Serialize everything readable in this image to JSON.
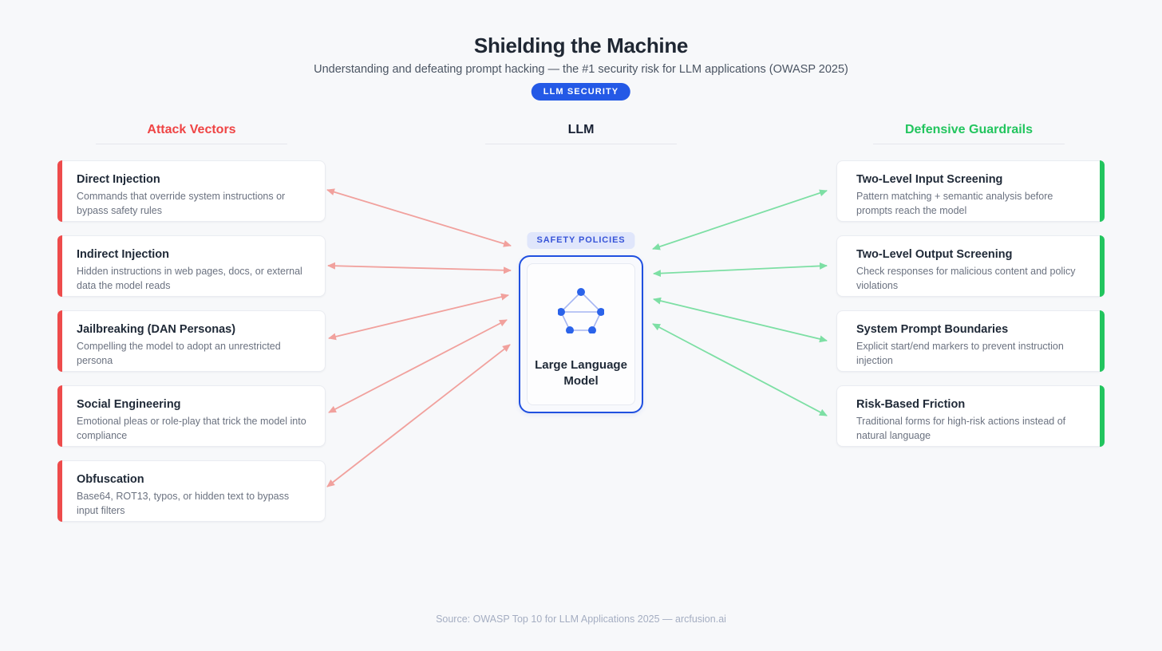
{
  "header": {
    "title": "Shielding the Machine",
    "subtitle": "Understanding and defeating prompt hacking — the #1 security risk for LLM applications (OWASP 2025)",
    "badge": "LLM SECURITY"
  },
  "columns": {
    "attack": {
      "label": "Attack Vectors",
      "color": "#ef4444"
    },
    "llm": {
      "label": "LLM",
      "color": "#172033"
    },
    "defense": {
      "label": "Defensive Guardrails",
      "color": "#22c55e"
    }
  },
  "attack_cards": [
    {
      "title": "Direct Injection",
      "desc": "Commands that override system instructions or bypass safety rules"
    },
    {
      "title": "Indirect Injection",
      "desc": "Hidden instructions in web pages, docs, or external data the model reads"
    },
    {
      "title": "Jailbreaking (DAN Personas)",
      "desc": "Compelling the model to adopt an unrestricted persona"
    },
    {
      "title": "Social Engineering",
      "desc": "Emotional pleas or role-play that trick the model into compliance"
    },
    {
      "title": "Obfuscation",
      "desc": "Base64, ROT13, typos, or hidden text to bypass input filters"
    }
  ],
  "defense_cards": [
    {
      "title": "Two-Level Input Screening",
      "desc": "Pattern matching + semantic analysis before prompts reach the model"
    },
    {
      "title": "Two-Level Output Screening",
      "desc": "Check responses for malicious content and policy violations"
    },
    {
      "title": "System Prompt Boundaries",
      "desc": "Explicit start/end markers to prevent instruction injection"
    },
    {
      "title": "Risk-Based Friction",
      "desc": "Traditional forms for high-risk actions instead of natural language"
    }
  ],
  "center": {
    "policy_badge": "SAFETY POLICIES",
    "node_label": "Large Language Model",
    "icon": "network-graph-icon"
  },
  "footer": {
    "source": "Source: OWASP Top 10 for LLM Applications 2025 — arcfusion.ai"
  },
  "colors": {
    "background": "#f7f8fa",
    "attack_accent": "#ee4b4b",
    "defense_accent": "#22c55e",
    "attack_arrow": "#f1a19d",
    "defense_arrow": "#7ddfa4",
    "badge_bg": "#2459e6",
    "node_border": "#2050e0",
    "policy_badge_bg": "#e0e6fb",
    "policy_badge_text": "#3754d8"
  },
  "arrows": {
    "attack": [
      [
        410,
        238,
        640,
        308
      ],
      [
        411,
        333,
        640,
        339
      ],
      [
        412,
        424,
        637,
        370
      ],
      [
        412,
        517,
        635,
        401
      ],
      [
        410,
        610,
        639,
        432
      ]
    ],
    "defense": [
      [
        818,
        312,
        1036,
        239
      ],
      [
        819,
        343,
        1036,
        333
      ],
      [
        819,
        375,
        1036,
        427
      ],
      [
        818,
        406,
        1036,
        521
      ]
    ]
  }
}
